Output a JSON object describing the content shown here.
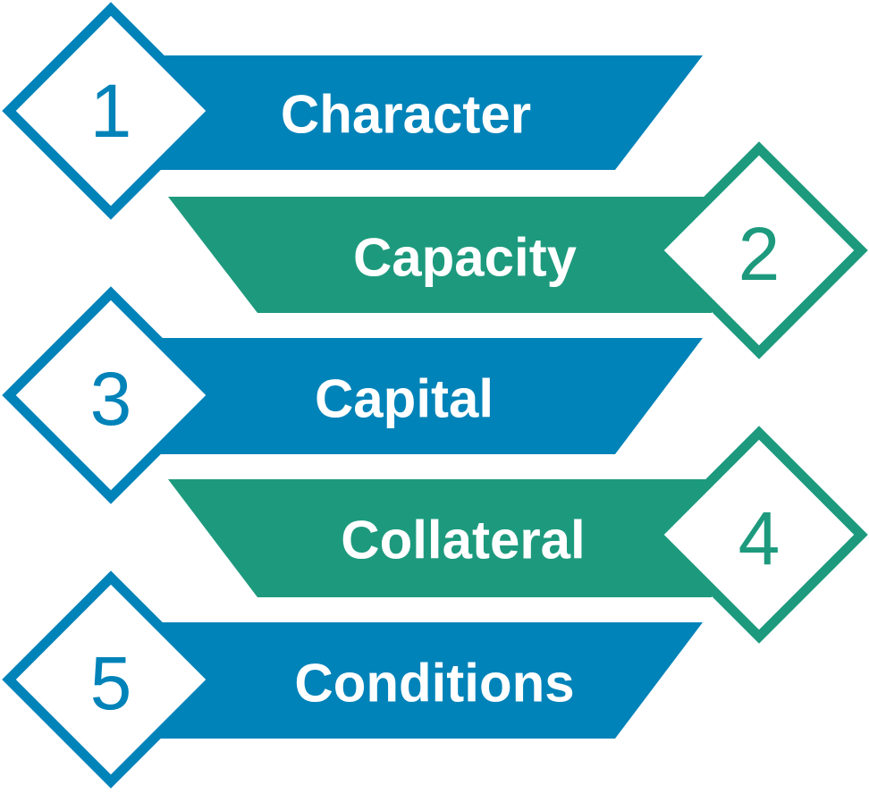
{
  "colors": {
    "blue": "#0083B9",
    "green": "#1D9A7E",
    "background": "#FFFFFF"
  },
  "steps": [
    {
      "number": "1",
      "label": "Character",
      "color": "blue"
    },
    {
      "number": "2",
      "label": "Capacity",
      "color": "green"
    },
    {
      "number": "3",
      "label": "Capital",
      "color": "blue"
    },
    {
      "number": "4",
      "label": "Collateral",
      "color": "green"
    },
    {
      "number": "5",
      "label": "Conditions",
      "color": "blue"
    }
  ]
}
